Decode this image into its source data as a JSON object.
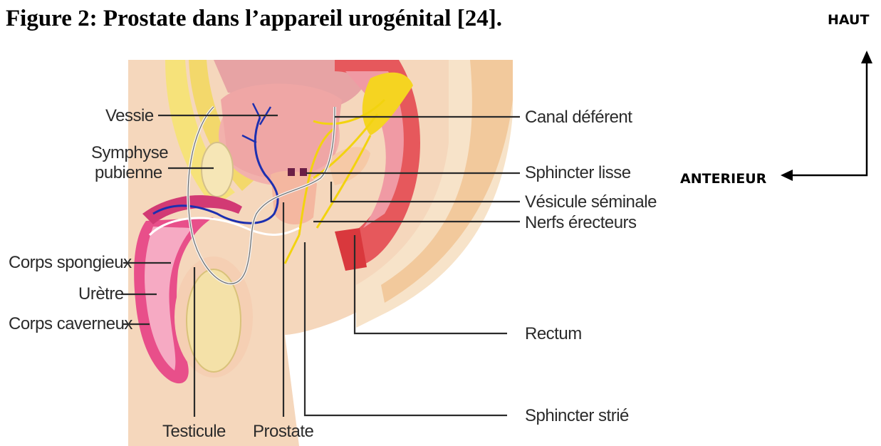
{
  "figure": {
    "title": "Figure 2: Prostate dans l’appareil urogénital [24]."
  },
  "orientation": {
    "up_label": "HAUT",
    "anterior_label": "ANTERIEUR"
  },
  "labels": {
    "vessie": "Vessie",
    "symphyse_1": "Symphyse",
    "symphyse_2": "pubienne",
    "corps_spongieux": "Corps spongieux",
    "uretre": "Urètre",
    "corps_caverneux": "Corps caverneux",
    "testicule": "Testicule",
    "prostate": "Prostate",
    "canal_deferent": "Canal déférent",
    "sphincter_lisse": "Sphincter lisse",
    "vesicule_seminale": "Vésicule séminale",
    "nerfs_erecteurs": "Nerfs érecteurs",
    "rectum": "Rectum",
    "sphincter_strie": "Sphincter strié"
  }
}
